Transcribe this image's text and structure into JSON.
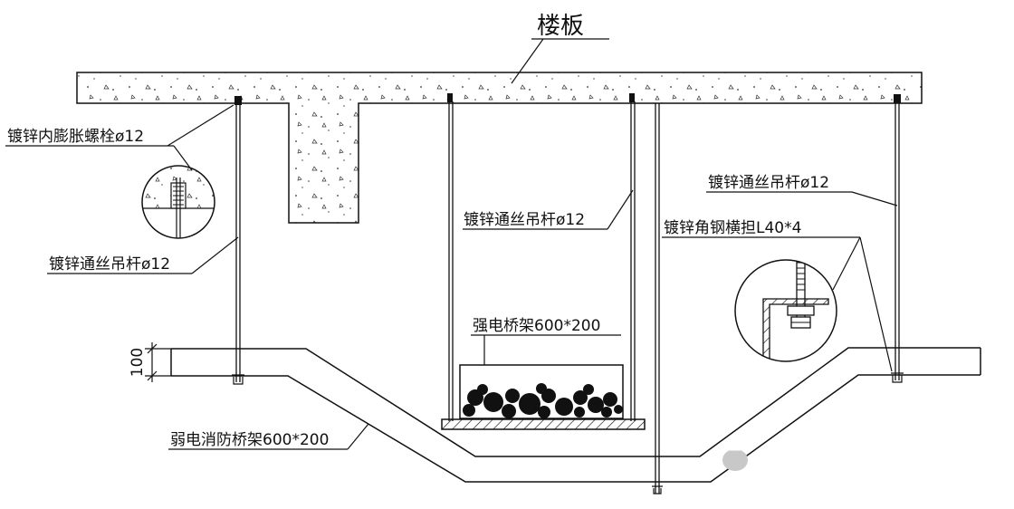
{
  "labels": {
    "floor_slab": "楼板",
    "expansion_bolt": "镀锌内膨胀螺栓ø12",
    "rod_left": "镀锌通丝吊杆ø12",
    "rod_center": "镀锌通丝吊杆ø12",
    "rod_right": "镀锌通丝吊杆ø12",
    "angle_steel": "镀锌角钢横担L40*4",
    "strong_tray": "强电桥架600*200",
    "weak_tray": "弱电消防桥架600*200",
    "dim_100": "100"
  },
  "colors": {
    "line": "#111111",
    "concrete_fill": "#ffffff"
  }
}
